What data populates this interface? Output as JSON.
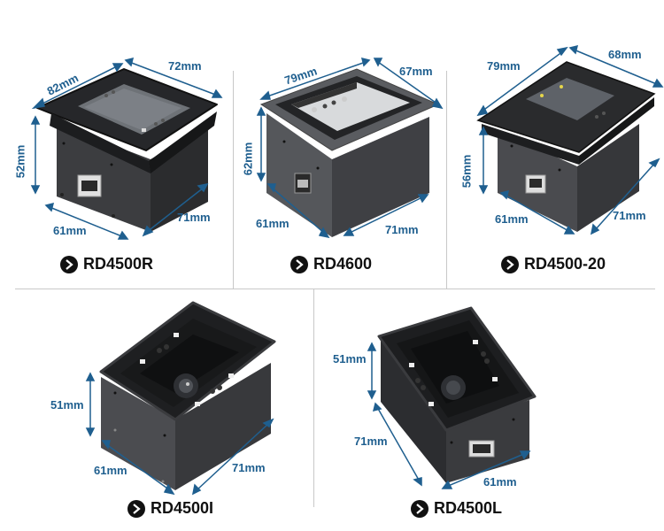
{
  "colors": {
    "dimension": "#1f5f8f",
    "caption_text": "#111111",
    "divider": "#c8c8c8",
    "device_body": "#3a3b3e",
    "device_dark": "#1c1d1f",
    "window": "#6f7378"
  },
  "products": [
    {
      "model": "RD4500R",
      "dimensions": {
        "top_left": "82mm",
        "top_right": "72mm",
        "height": "52mm",
        "bottom_left": "61mm",
        "bottom_right": "71mm"
      }
    },
    {
      "model": "RD4600",
      "dimensions": {
        "top_left": "79mm",
        "top_right": "67mm",
        "height": "62mm",
        "bottom_left": "61mm",
        "bottom_right": "71mm"
      }
    },
    {
      "model": "RD4500-20",
      "dimensions": {
        "top_left": "79mm",
        "top_right": "68mm",
        "height": "56mm",
        "bottom_left": "61mm",
        "bottom_right": "71mm"
      }
    },
    {
      "model": "RD4500I",
      "dimensions": {
        "height": "51mm",
        "bottom_left": "61mm",
        "bottom_right": "71mm"
      }
    },
    {
      "model": "RD4500L",
      "dimensions": {
        "height": "51mm",
        "left": "71mm",
        "bottom_right": "61mm"
      }
    }
  ]
}
